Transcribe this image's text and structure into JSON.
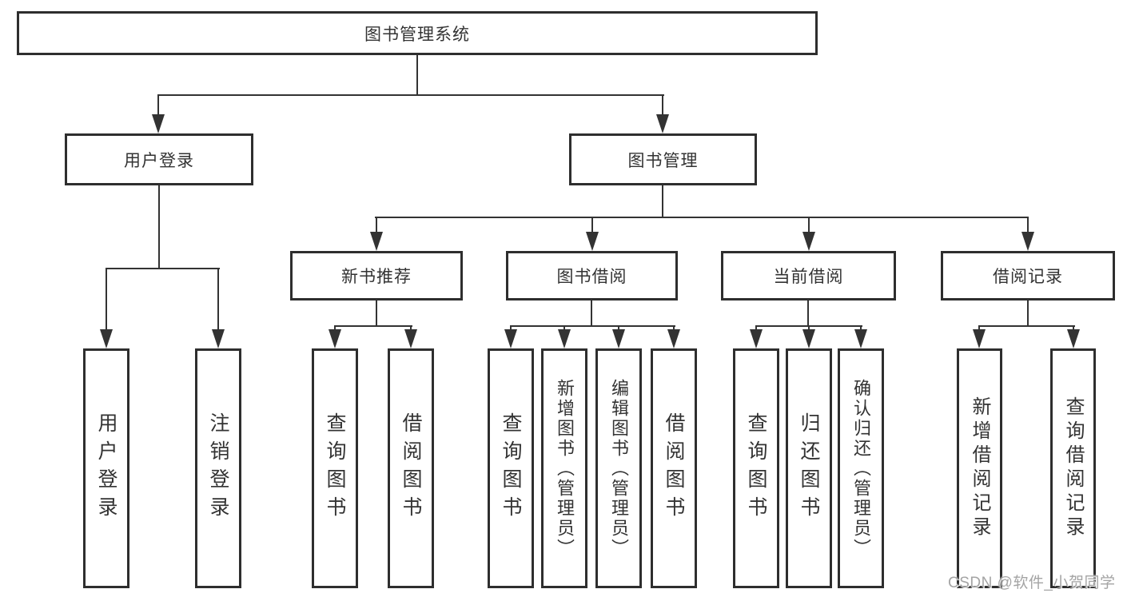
{
  "diagram": {
    "type": "tree",
    "tree": {
      "root": {
        "label": "图书管理系统"
      },
      "level2": [
        {
          "label": "用户登录"
        },
        {
          "label": "图书管理"
        }
      ],
      "level3": [
        {
          "label": "新书推荐"
        },
        {
          "label": "图书借阅"
        },
        {
          "label": "当前借阅"
        },
        {
          "label": "借阅记录"
        }
      ],
      "leaves": {
        "user_login": [
          "用户登录",
          "注销登录"
        ],
        "new_book": [
          "查询图书",
          "借阅图书"
        ],
        "book_borrow": [
          "查询图书",
          "新增图书（管理员）",
          "编辑图书（管理员）",
          "借阅图书"
        ],
        "current_borrow": [
          "查询图书",
          "归还图书",
          "确认归还（管理员）"
        ],
        "borrow_record": [
          "新增借阅记录",
          "查询借阅记录"
        ]
      }
    },
    "colors": {
      "line": "#333333",
      "box_border": "#2e2e2e",
      "box_fill": "#ffffff",
      "text": "#333333",
      "watermark": "#a4a4a4",
      "background": "#ffffff"
    }
  },
  "watermark": {
    "text": "CSDN @软件_小贺同学"
  }
}
